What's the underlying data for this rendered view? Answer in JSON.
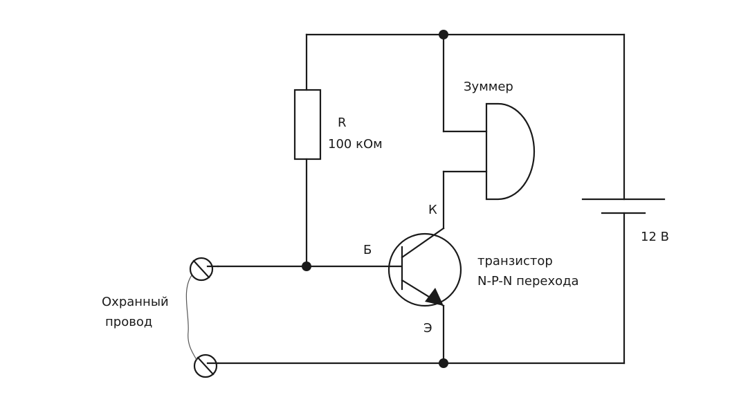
{
  "diagram": {
    "resistor": {
      "name": "R",
      "value": "100 кОм"
    },
    "buzzer": {
      "label": "Зуммер"
    },
    "battery": {
      "voltage": "12 В"
    },
    "transistor": {
      "line1": "транзистор",
      "line2": "N-P-N перехода",
      "collector": "К",
      "base": "Б",
      "emitter": "Э"
    },
    "guard_wire": {
      "line1": "Охранный",
      "line2": "провод"
    }
  }
}
